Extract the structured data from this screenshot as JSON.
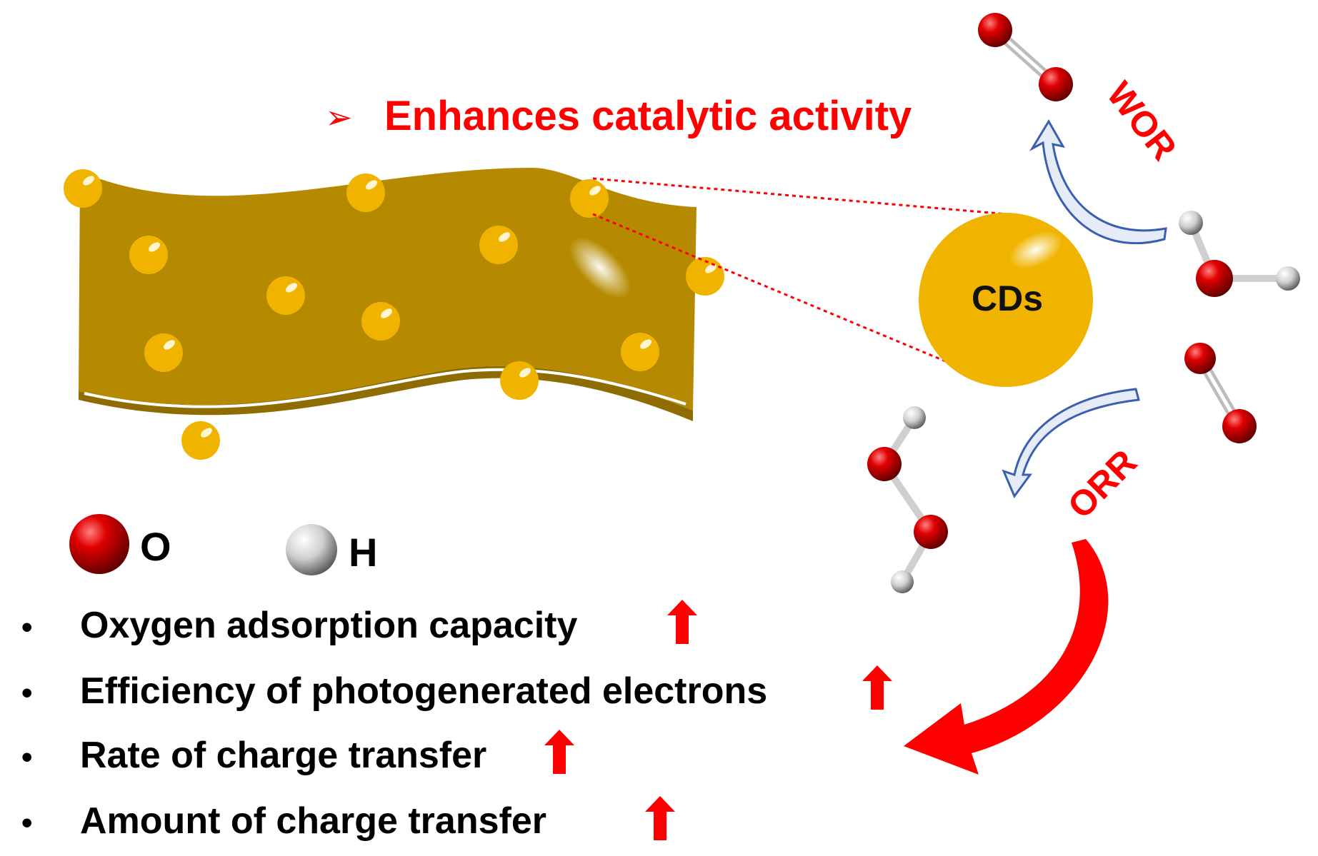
{
  "headline": {
    "bullet_glyph": "➢",
    "text": "Enhances catalytic activity",
    "color": "#ff0000"
  },
  "cd_label": "CDs",
  "reactions": {
    "wor": "WOR",
    "orr": "ORR"
  },
  "legend": {
    "oxygen": "O",
    "hydrogen": "H"
  },
  "benefits": [
    {
      "bullet": "•",
      "text": "Oxygen adsorption capacity"
    },
    {
      "bullet": "•",
      "text": "Efficiency of photogenerated electrons"
    },
    {
      "bullet": "•",
      "text": "Rate of charge transfer"
    },
    {
      "bullet": "•",
      "text": "Amount of charge transfer"
    }
  ],
  "colors": {
    "sheet": "#b58a00",
    "dot": "#f0b400",
    "oxygen": "#d40000",
    "hydrogen": "#d8d8d8",
    "arrow_blue": "#3a5fb0",
    "accent_red": "#ff0000"
  }
}
